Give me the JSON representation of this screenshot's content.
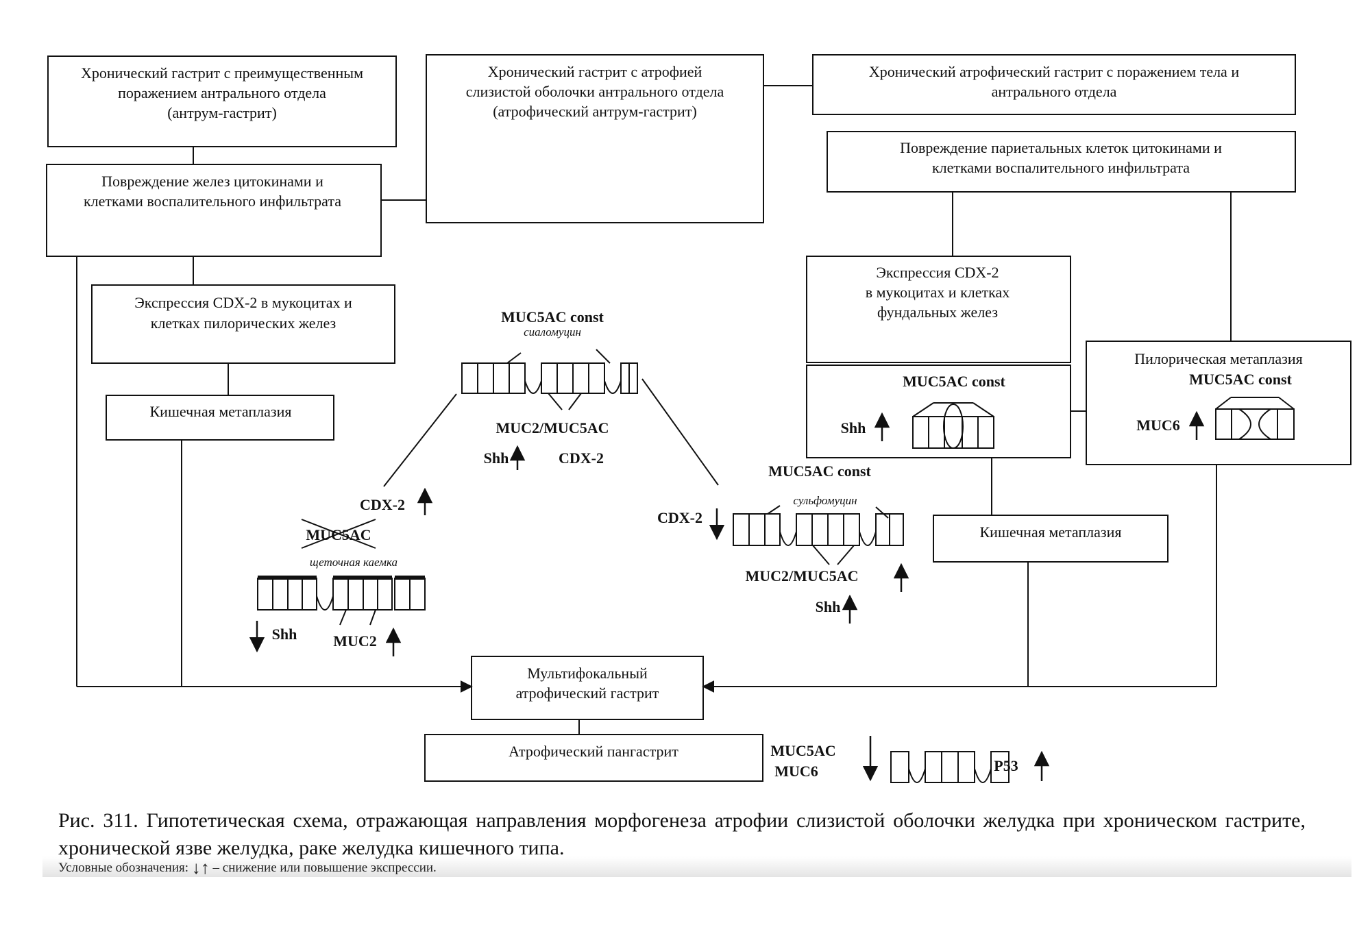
{
  "boxes": {
    "antrum_gastritis": [
      "Хронический гастрит с преимущественным",
      "поражением антрального отдела",
      "(антрум-гастрит)"
    ],
    "atrophic_antrum": [
      "Хронический гастрит с атрофией",
      "слизистой оболочки антрального отдела",
      "(атрофический антрум-гастрит)"
    ],
    "body_antrum": [
      "Хронический атрофический гастрит с поражением тела и",
      "антрального отдела"
    ],
    "gland_damage": [
      "Повреждение желез цитокинами и",
      "клетками воспалительного инфильтрата"
    ],
    "parietal_damage": [
      "Повреждение париетальных клеток цитокинами и",
      "клетками воспалительного инфильтрата"
    ],
    "cdx2_pyloric": [
      "Экспрессия CDX-2 в мукоцитах и",
      "клетках пилорических желез"
    ],
    "cdx2_fundic": [
      "Экспрессия CDX-2",
      "в мукоцитах  и клетках",
      "фундальных желез"
    ],
    "intestinal_left": [
      "Кишечная метаплазия"
    ],
    "intestinal_right": [
      "Кишечная метаплазия"
    ],
    "pyloric_metaplasia": [
      "Пилорическая метаплазия"
    ],
    "multifocal": [
      "Мультифокальный",
      "атрофический гастрит"
    ],
    "pangastritis": [
      "Атрофический пангастрит"
    ]
  },
  "markers": {
    "center_top": "MUC5AC const",
    "sialomucin": "сиаломуцин",
    "center_muc2": "MUC2/MUC5AC",
    "center_shh": "Shh",
    "center_cdx2": "CDX-2",
    "left_cdx2": "CDX-2",
    "left_muc5ac_crossed": "MUC5AC",
    "brush_border": "щеточная каемка",
    "left_shh": "Shh",
    "left_muc2": "MUC2",
    "right_muc5ac": "MUC5AC const",
    "sulfomucin": "сульфомуцин",
    "right_cdx2": "CDX-2",
    "right_muc2": "MUC2/MUC5AC",
    "right_shh": "Shh",
    "fundic_muc5ac": "MUC5AC const",
    "fundic_shh": "Shh",
    "pyloric_muc5ac": "MUC5AC const",
    "pyloric_muc6": "MUC6",
    "bottom_muc5ac": "MUC5AC",
    "bottom_muc6": "MUC6",
    "bottom_p53": "P53"
  },
  "caption": "Рис. 311. Гипотетическая схема, отражающая направления морфогенеза атрофии слизистой оболочки желудка при хроническом гастрите, хронической язве желудка, раке желудка кишечного типа.",
  "legend": {
    "prefix": "Условные обозначения:",
    "arrows": "↓↑",
    "suffix": "– снижение или повышение экспрессии."
  }
}
